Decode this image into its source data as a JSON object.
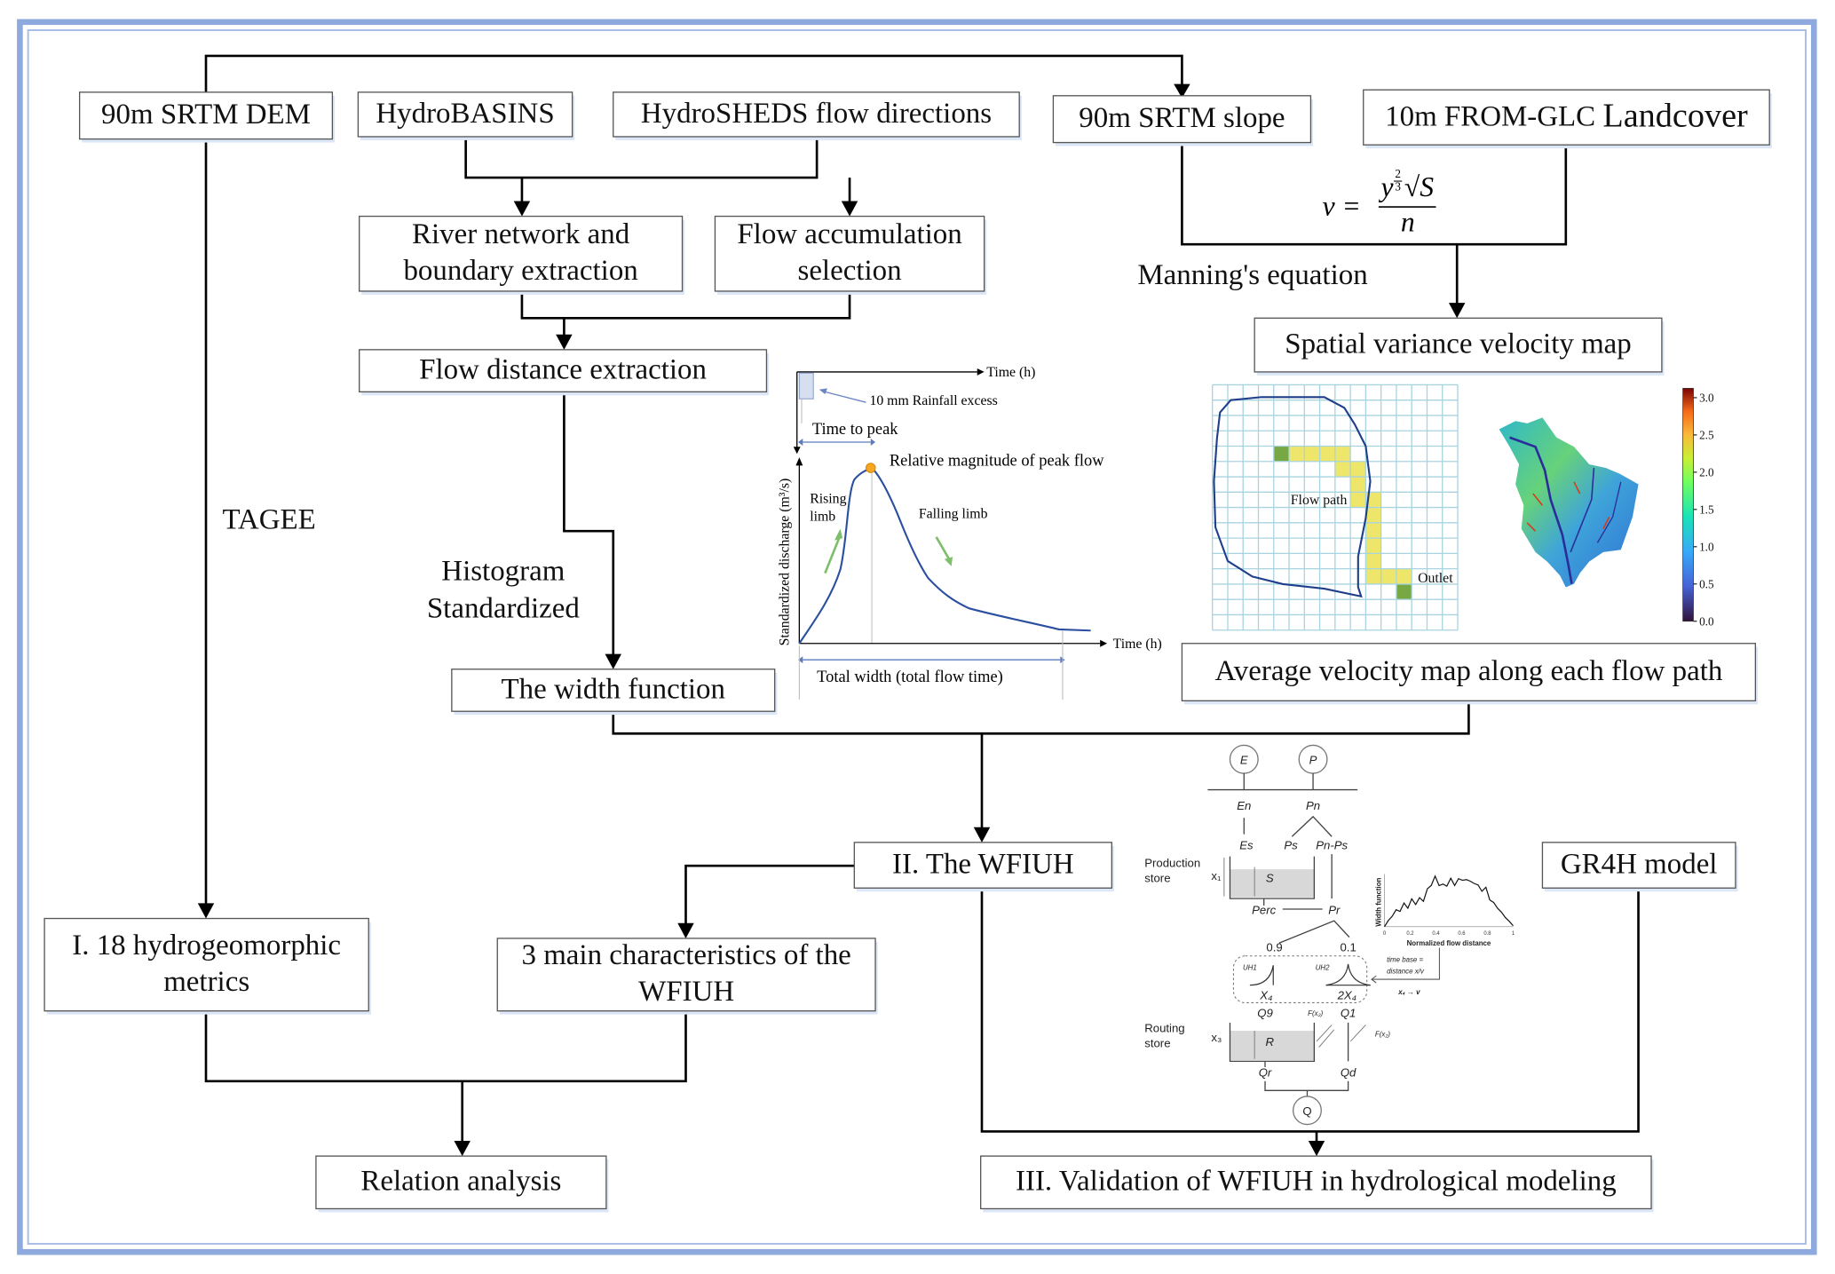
{
  "boxes": {
    "srtm_dem": "90m SRTM DEM",
    "hydrobasins": "HydroBASINS",
    "hydrosheds": "HydroSHEDS flow directions",
    "srtm_slope": "90m SRTM slope",
    "landcover_a": "10m FROM-GLC",
    "landcover_b": "Landcover",
    "river_network_1": "River network and",
    "river_network_2": "boundary extraction",
    "flow_acc_1": "Flow accumulation",
    "flow_acc_2": "selection",
    "flow_distance": "Flow distance extraction",
    "width_function": "The width function",
    "spatial_velocity": "Spatial variance velocity map",
    "avg_velocity": "Average velocity map along each flow path",
    "wfiuh": "II. The WFIUH",
    "gr4h": "GR4H model",
    "metrics_1": "I. 18 hydrogeomorphic",
    "metrics_2": "metrics",
    "characteristics_1": "3 main characteristics of the",
    "characteristics_2": "WFIUH",
    "relation": "Relation analysis",
    "validation": "III. Validation of WFIUH in hydrological modeling"
  },
  "labels": {
    "tagee": "TAGEE",
    "histogram": "Histogram",
    "standardized": "Standardized",
    "manning": "Manning's equation",
    "equation": {
      "lhs": "v =",
      "numerator_base": "y",
      "numerator_exp_top": "2",
      "numerator_exp_bottom": "3",
      "sqrt": "√S",
      "denominator": "n"
    }
  },
  "hydrograph": {
    "time_top": "Time (h)",
    "rainfall": "10 mm Rainfall excess",
    "time_to_peak": "Time to peak",
    "peak": "Relative magnitude of peak flow",
    "rising_1": "Rising",
    "rising_2": "limb",
    "falling": "Falling limb",
    "ylabel": "Standardized discharge (m³/s)",
    "time_bottom": "Time (h)",
    "total_width": "Total width (total flow time)",
    "curve_color": "#2b4fa0",
    "peak_color": "#f5a623",
    "arrow_color": "#7dbf6a"
  },
  "velocity_grid": {
    "rows": 16,
    "cols": 16,
    "flow_path_label": "Flow path",
    "outlet_label": "Outlet",
    "path_cells": [
      [
        4,
        5
      ],
      [
        4,
        6
      ],
      [
        4,
        7
      ],
      [
        4,
        8
      ],
      [
        5,
        8
      ],
      [
        5,
        9
      ],
      [
        6,
        9
      ],
      [
        7,
        9
      ],
      [
        7,
        10
      ],
      [
        8,
        10
      ],
      [
        9,
        10
      ],
      [
        10,
        10
      ],
      [
        11,
        10
      ],
      [
        12,
        10
      ],
      [
        12,
        11
      ],
      [
        12,
        12
      ]
    ],
    "source_cell": [
      4,
      4
    ],
    "outlet_cell": [
      13,
      12
    ],
    "grid_color": "#a8d4e0",
    "path_color": "#ede66b",
    "end_color": "#77a844",
    "boundary_color": "#1f3f8c"
  },
  "colorbar": {
    "ticks": [
      "3.0",
      "2.5",
      "2.0",
      "1.5",
      "1.0",
      "0.5",
      "0.0"
    ]
  },
  "gr4h_diagram": {
    "E": "E",
    "P": "P",
    "En": "En",
    "Pn": "Pn",
    "Es": "Es",
    "Ps": "Ps",
    "PnPs": "Pn-Ps",
    "production_1": "Production",
    "production_2": "store",
    "x1": "x₁",
    "S": "S",
    "Perc": "Perc",
    "Pr": "Pr",
    "split_a": "0.9",
    "split_b": "0.1",
    "UH1": "UH1",
    "UH2": "UH2",
    "X4": "X₄",
    "twoX4": "2X₄",
    "Q9": "Q9",
    "Q1": "Q1",
    "Fx2a": "F(x₂)",
    "Fx2b": "F(x₂)",
    "routing_1": "Routing",
    "routing_2": "store",
    "x3": "x₃",
    "R": "R",
    "Qr": "Qr",
    "Qd": "Qd",
    "Q": "Q",
    "timebase_1": "time base =",
    "timebase_2": "distance x/v",
    "x4v": "x₄ → v",
    "wf_ylabel": "Width function",
    "wf_xlabel": "Normalized flow distance",
    "wf_ticks": [
      "0",
      "0.2",
      "0.4",
      "0.6",
      "0.8",
      "1"
    ]
  },
  "colors": {
    "frame": "#8ea9dd",
    "frame_inner": "#a9bde6"
  }
}
